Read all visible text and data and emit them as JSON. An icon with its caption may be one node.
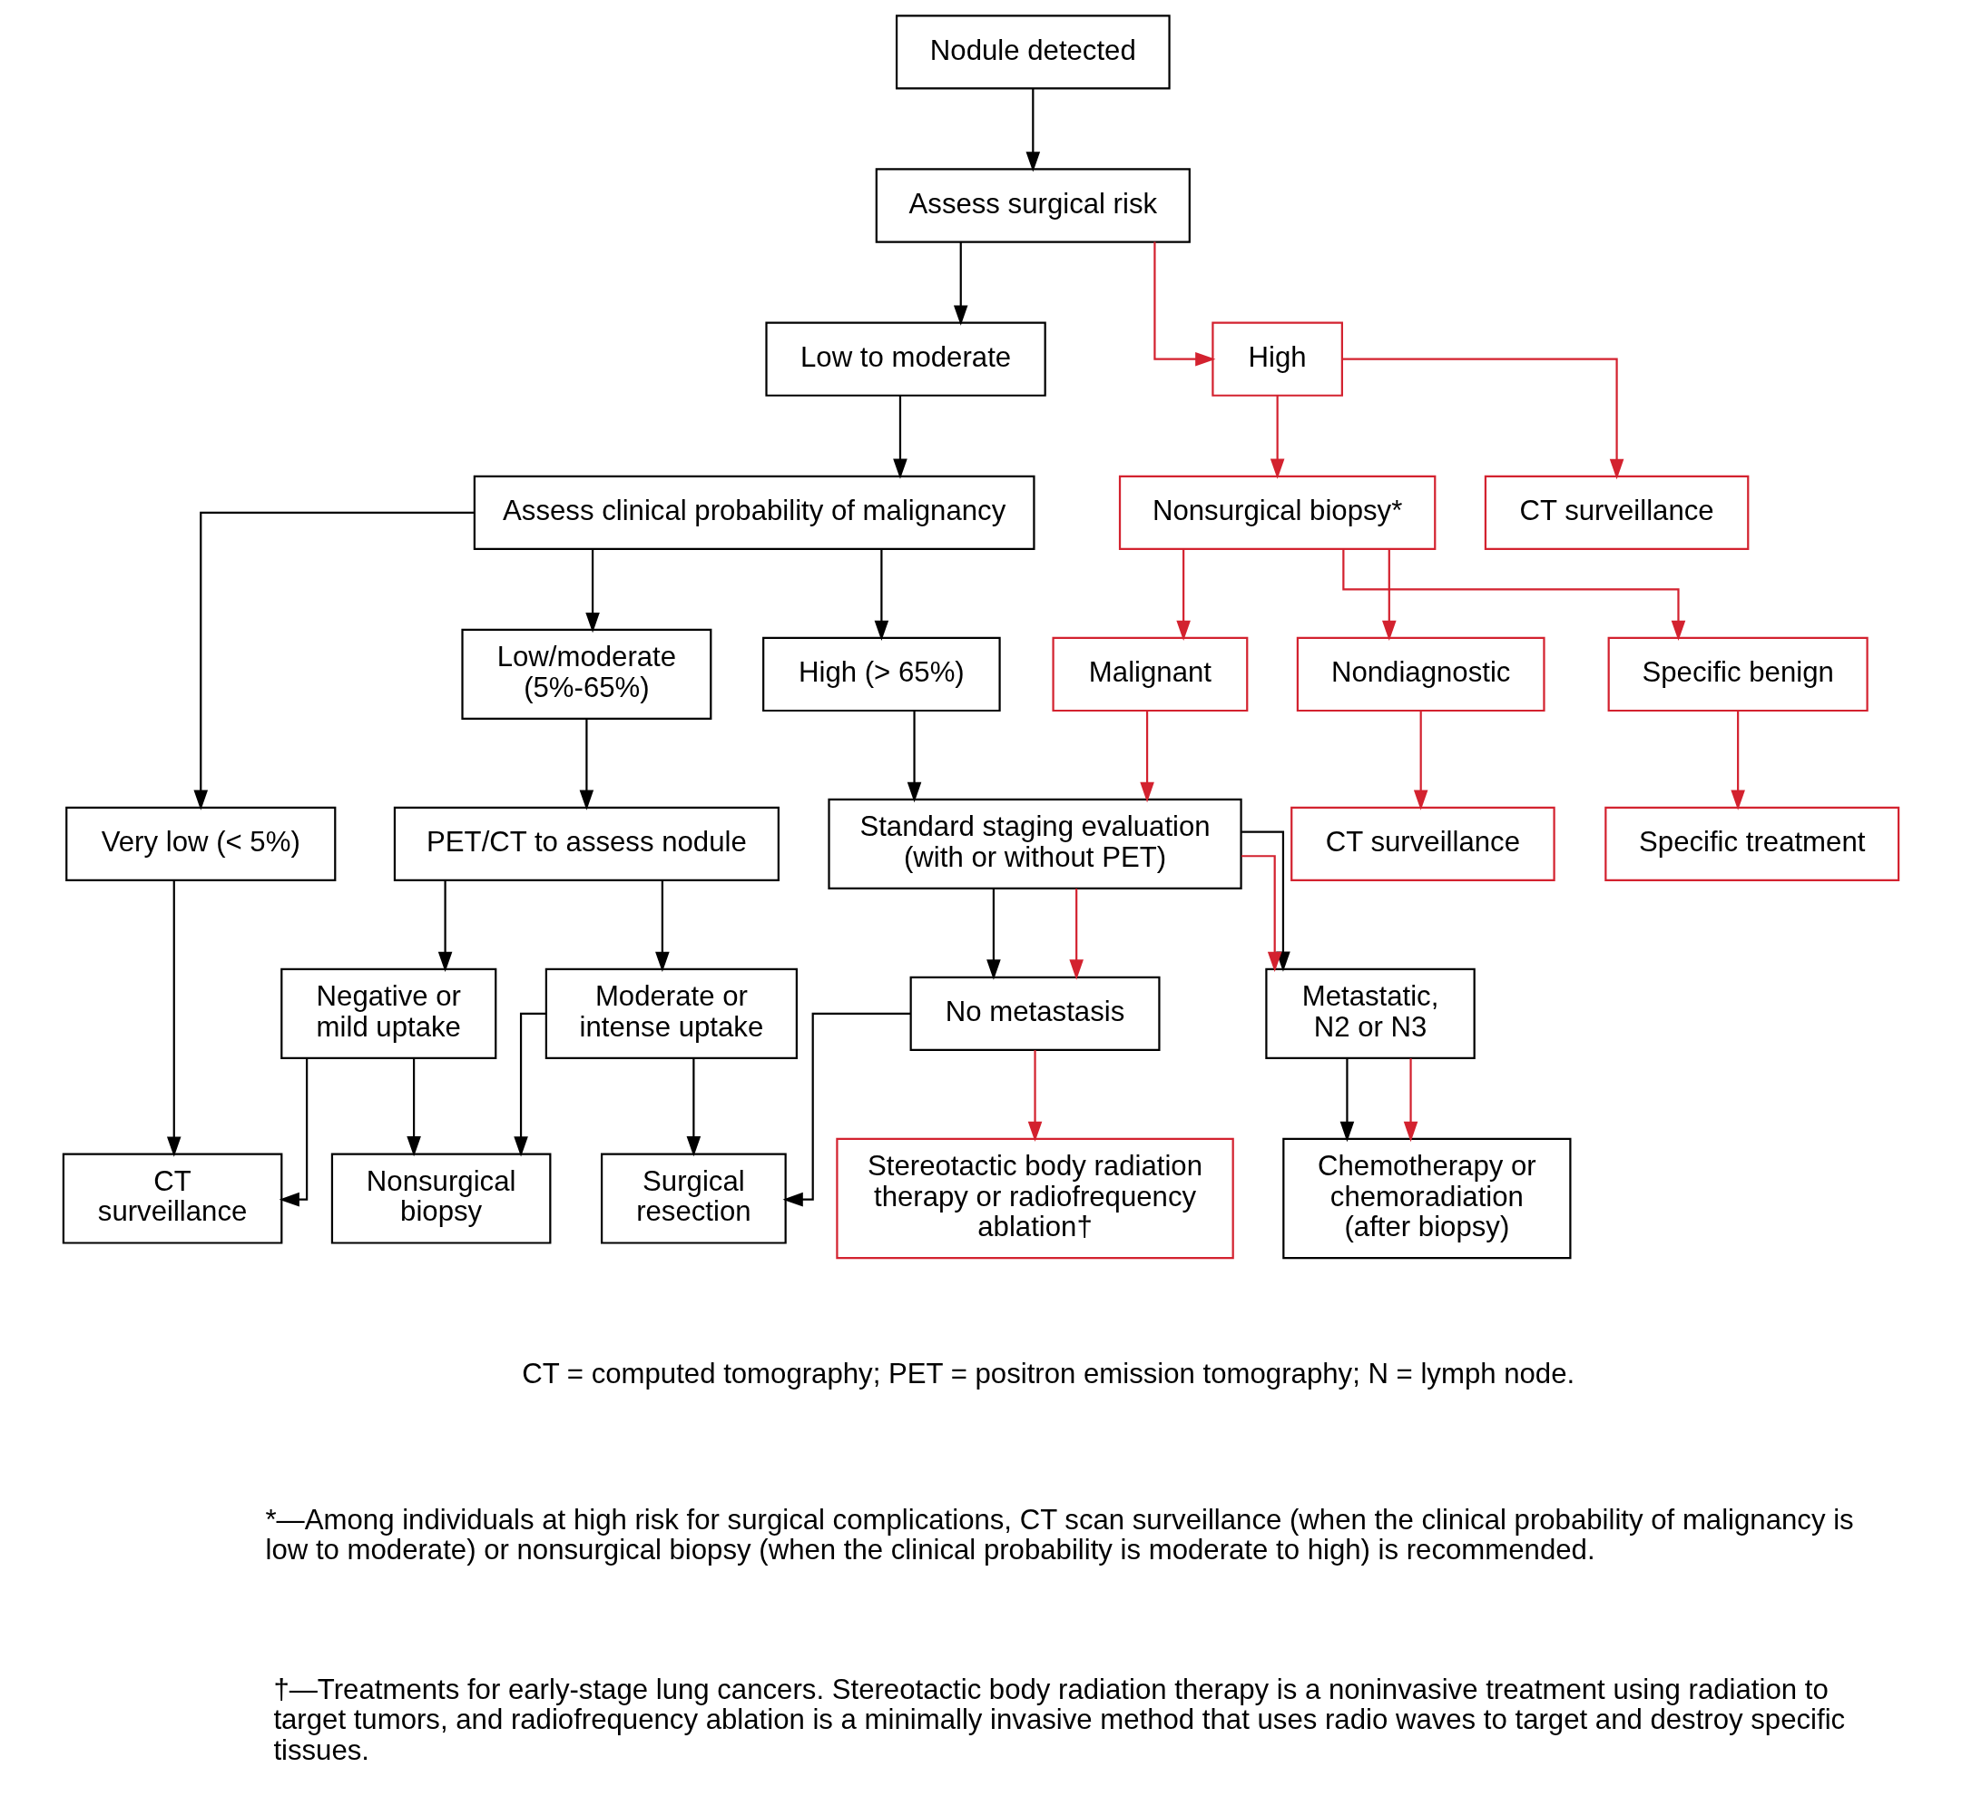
{
  "diagram": {
    "nodes": [
      {
        "text": [
          "Nodule detected"
        ]
      },
      {
        "text": [
          "Assess surgical risk"
        ]
      },
      {
        "text": [
          "Low to moderate"
        ]
      },
      {
        "text": [
          "High"
        ]
      },
      {
        "text": [
          "Assess clinical probability of malignancy"
        ]
      },
      {
        "text": [
          "Nonsurgical biopsy*"
        ]
      },
      {
        "text": [
          "CT surveillance"
        ]
      },
      {
        "text": [
          "Very low (< 5%)"
        ]
      },
      {
        "text": [
          "Low/moderate (5%-65%)"
        ]
      },
      {
        "text": [
          "High (> 65%)"
        ]
      },
      {
        "text": [
          "Malignant"
        ]
      },
      {
        "text": [
          "Nondiagnostic"
        ]
      },
      {
        "text": [
          "Specific benign"
        ]
      },
      {
        "text": [
          "PET/CT to assess nodule"
        ]
      },
      {
        "text": [
          "Standard staging evaluation (with or without PET)"
        ]
      },
      {
        "text": [
          "CT surveillance"
        ]
      },
      {
        "text": [
          "Specific treatment"
        ]
      },
      {
        "text": [
          "Negative or mild uptake"
        ]
      },
      {
        "text": [
          "Moderate or intense uptake"
        ]
      },
      {
        "text": [
          "No metastasis"
        ]
      },
      {
        "text": [
          "Metastatic, N2 or N3"
        ]
      },
      {
        "text": [
          "CT surveillance"
        ]
      },
      {
        "text": [
          "Nonsurgical biopsy"
        ]
      },
      {
        "text": [
          "Surgical resection"
        ]
      },
      {
        "text": [
          "Stereotactic body radiation therapy or radiofrequency ablation†"
        ]
      },
      {
        "text": [
          "Chemotherapy or chemoradiation (after biopsy)"
        ]
      }
    ],
    "edges": [
      {
        "from": 0,
        "to": 1,
        "arrow": "to"
      },
      {
        "from": 1,
        "to": 2,
        "arrow": "to"
      },
      {
        "from": 1,
        "to": 3,
        "arrow": "to",
        "color": "#d3222f"
      },
      {
        "from": 2,
        "to": 4,
        "arrow": "to"
      },
      {
        "from": 3,
        "to": 5,
        "arrow": "to",
        "color": "#d3222f"
      },
      {
        "from": 3,
        "to": 6,
        "arrow": "to",
        "color": "#d3222f"
      },
      {
        "from": 4,
        "to": 7,
        "arrow": "to"
      },
      {
        "from": 4,
        "to": 8,
        "arrow": "to"
      },
      {
        "from": 4,
        "to": 9,
        "arrow": "to"
      },
      {
        "from": 5,
        "to": 10,
        "arrow": "to",
        "color": "#d3222f"
      },
      {
        "from": 5,
        "to": 11,
        "arrow": "to",
        "color": "#d3222f"
      },
      {
        "from": 5,
        "to": 12,
        "arrow": "to",
        "color": "#d3222f"
      },
      {
        "from": 8,
        "to": 13,
        "arrow": "to"
      },
      {
        "from": 9,
        "to": 14,
        "arrow": "to"
      },
      {
        "from": 10,
        "to": 14,
        "arrow": "to",
        "color": "#d3222f"
      },
      {
        "from": 11,
        "to": 21,
        "arrow": "to",
        "color": "#d3222f"
      },
      {
        "from": 12,
        "to": 16,
        "arrow": "to",
        "color": "#d3222f"
      },
      {
        "from": 13,
        "to": 17,
        "arrow": "to"
      },
      {
        "from": 13,
        "to": 18,
        "arrow": "to"
      },
      {
        "from": 14,
        "to": 19,
        "arrow": "to"
      },
      {
        "from": 14,
        "to": 19,
        "arrow": "to",
        "color": "#d3222f"
      },
      {
        "from": 14,
        "to": 20,
        "arrow": "to"
      },
      {
        "from": 14,
        "to": 20,
        "arrow": "to",
        "color": "#d3222f"
      },
      {
        "from": 7,
        "to": 15,
        "arrow": "to"
      },
      {
        "from": 17,
        "to": 15,
        "arrow": "to"
      },
      {
        "from": 17,
        "to": 22,
        "arrow": "to"
      },
      {
        "from": 18,
        "to": 22,
        "arrow": "to"
      },
      {
        "from": 18,
        "to": 23,
        "arrow": "to"
      },
      {
        "from": 19,
        "to": 23,
        "arrow": "to"
      },
      {
        "from": 19,
        "to": 24,
        "arrow": "to",
        "color": "#d3222f"
      },
      {
        "from": 20,
        "to": 25,
        "arrow": "to"
      },
      {
        "from": 20,
        "to": 25,
        "arrow": "to",
        "color": "#d3222f"
      }
    ],
    "labels": [
      "CT = computed tomography; PET = positron emission tomography; N = lymph node.",
      "*—Among individuals at high risk for surgical complications, CT scan surveillance (when the clinical probability of malignancy is low to moderate) or nonsurgical biopsy (when the clinical probability is moderate to high) is recommended.",
      "†—Treatments for early-stage lung cancers. Stereotactic body radiation therapy is a noninvasive treatment using radiation to target tumors, and radiofrequency ablation is a minimally invasive method that uses radio waves to target and destroy specific tissues."
    ]
  }
}
